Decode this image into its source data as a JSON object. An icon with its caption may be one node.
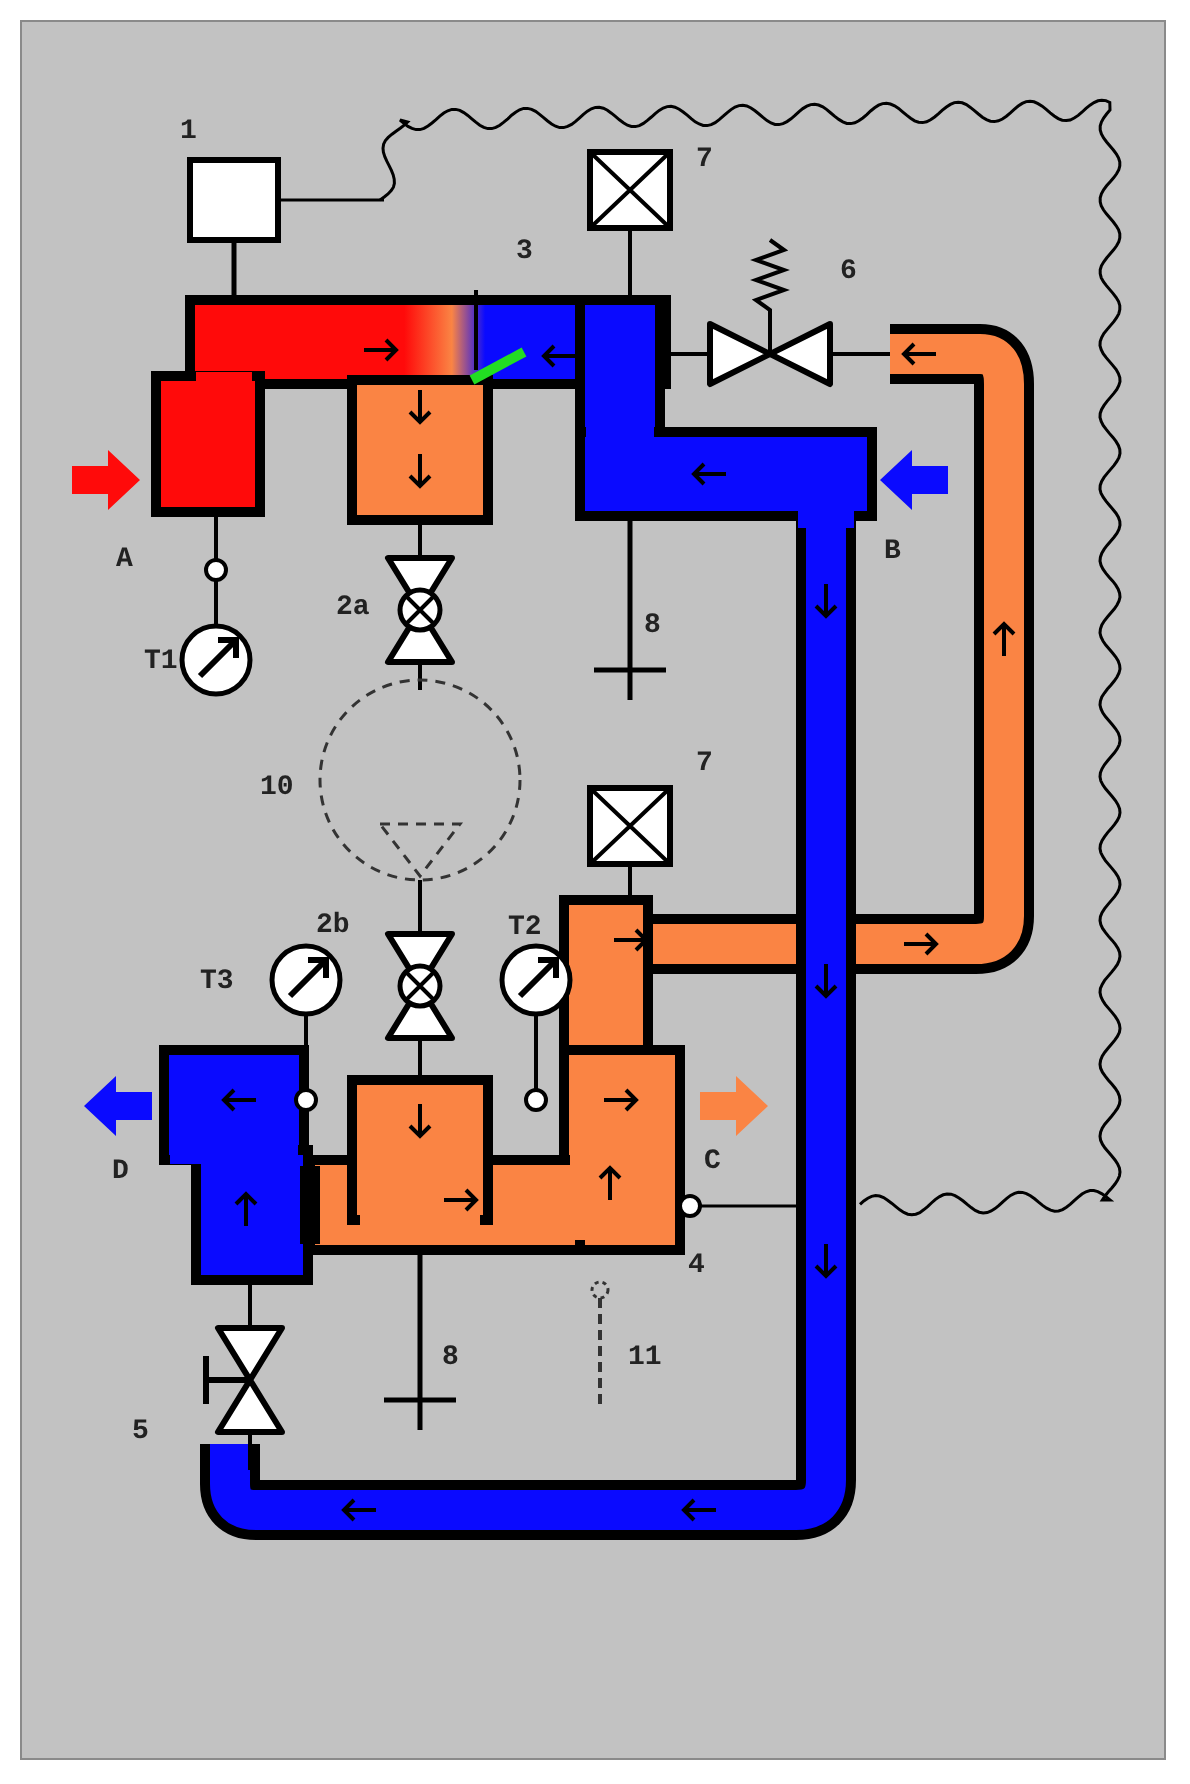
{
  "diagram": {
    "labels": [
      "1",
      "7",
      "3",
      "6",
      "A",
      "B",
      "T1",
      "2a",
      "8",
      "10",
      "7",
      "2b",
      "T2",
      "T3",
      "D",
      "C",
      "4",
      "5",
      "8",
      "11"
    ]
  }
}
